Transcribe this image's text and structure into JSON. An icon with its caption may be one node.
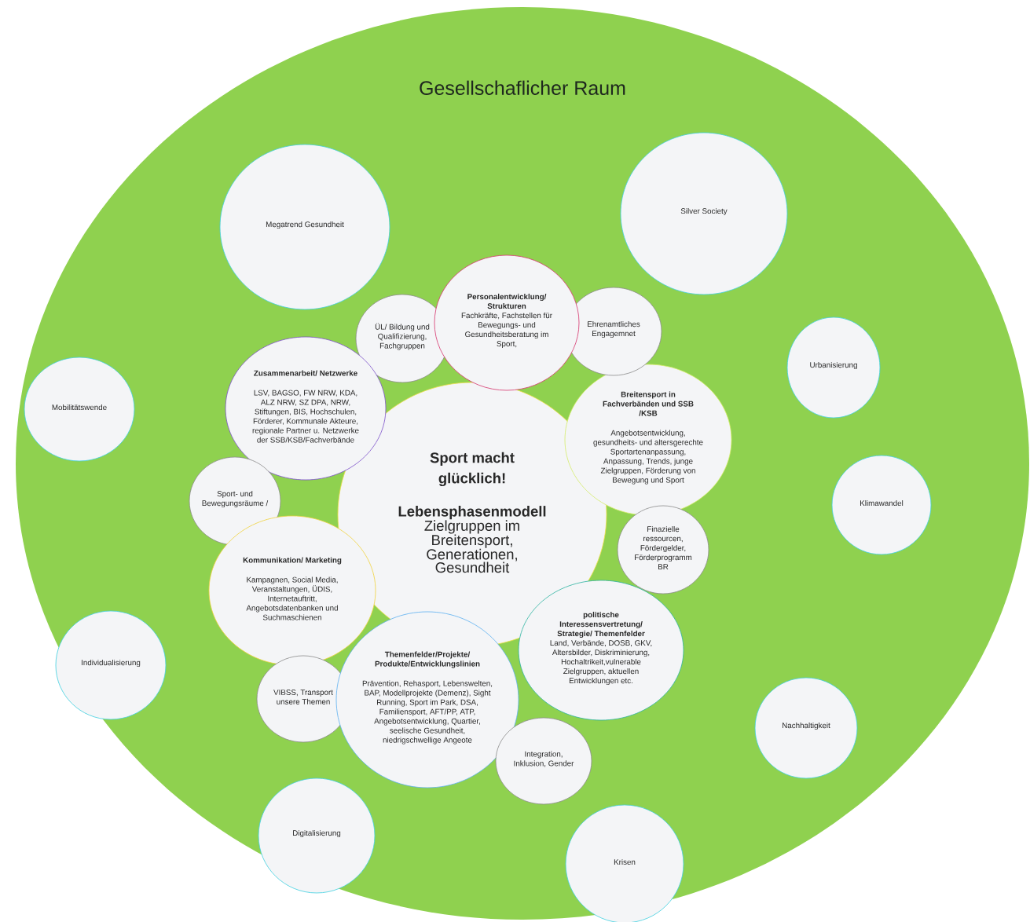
{
  "diagram": {
    "nodes": [
      {
        "text": [
          "Gesellschaflicher Raum"
        ]
      },
      {
        "text": [
          "Megatrend Gesundheit"
        ],
        "in": 0
      },
      {
        "text": [
          "Silver Society"
        ],
        "in": 0
      },
      {
        "text": [
          "Personalentwicklung/ Strukturen",
          "Fachkräfte, Fachstellen für Bewegungs- und Gesundheitsberatung im Sport,"
        ],
        "in": 0
      },
      {
        "text": [
          "ÜL/ Bildung und Qualifizierung, Fachgruppen"
        ],
        "in": 0
      },
      {
        "text": [
          "Ehrenamtliches Engagemnet"
        ],
        "in": 0
      },
      {
        "text": [
          "Zusammenarbeit/ Netzwerke",
          "LSV, BAGSO, FW NRW, KDA, ALZ NRW, SZ DPA, NRW, Stiftungen, BIS, Hochschulen, Förderer, Kommunale Akteure, regionale Partner u. Netzwerke der SSB/KSB/Fachverbände"
        ],
        "in": 0
      },
      {
        "text": [
          "Mobilitätswende"
        ],
        "in": 0
      },
      {
        "text": [
          "Urbanisierung"
        ],
        "in": 0
      },
      {
        "text": [
          "Sport macht glücklich!",
          "Lebensphasenmodell",
          "Zielgruppen im Breitensport, Generationen, Gesundheit"
        ],
        "in": 0
      },
      {
        "text": [
          "Breitensport in Fachverbänden und SSB /KSB",
          "Angebotsentwicklung, gesundheits- und altersgerechte Sportartenanpassung, Anpassung, Trends, junge Zielgruppen, Förderung von Bewegung und Sport"
        ],
        "in": 0
      },
      {
        "text": [
          "Sport- und Bewegungsräume /"
        ],
        "in": 0
      },
      {
        "text": [
          "Klimawandel"
        ],
        "in": 0
      },
      {
        "text": [
          "Finazielle ressourcen, Fördergelder, Förderprogramm BR"
        ],
        "in": 0
      },
      {
        "text": [
          "Kommunikation/ Marketing",
          "Kampagnen, Social Media, Veranstaltungen, ÜDIS, Internetauftritt, Angebotsdatenbanken und Suchmaschienen"
        ],
        "in": 0
      },
      {
        "text": [
          "politische Interessensvertretung/ Strategie/ Themenfelder",
          "Land, Verbände, DOSB, GKV, Altersbilder, Diskriminierung, Hochaltrikeit,vulnerable Zielgruppen, aktuellen Entwicklungen etc."
        ],
        "in": 0
      },
      {
        "text": [
          "Individualisierung"
        ],
        "in": 0
      },
      {
        "text": [
          "VIBSS, Transport unsere Themen"
        ],
        "in": 0
      },
      {
        "text": [
          "Themenfelder/Projekte/ Produkte/Entwicklungslinien",
          "Prävention, Rehasport, Lebenswelten, BAP, Modellprojekte (Demenz), Sight Running, Sport im Park, DSA, Familiensport, AFT/PP, ATP, Angebotsentwicklung, Quartier, seelische Gesundheit, niedrigschwellige Angeote"
        ],
        "in": 0
      },
      {
        "text": [
          "Nachhaltigkeit"
        ],
        "in": 0
      },
      {
        "text": [
          "Integration, Inklusion, Gender"
        ],
        "in": 0
      },
      {
        "text": [
          "Digitalisierung"
        ],
        "in": 0
      },
      {
        "text": [
          "Krisen"
        ],
        "in": 0
      }
    ]
  }
}
